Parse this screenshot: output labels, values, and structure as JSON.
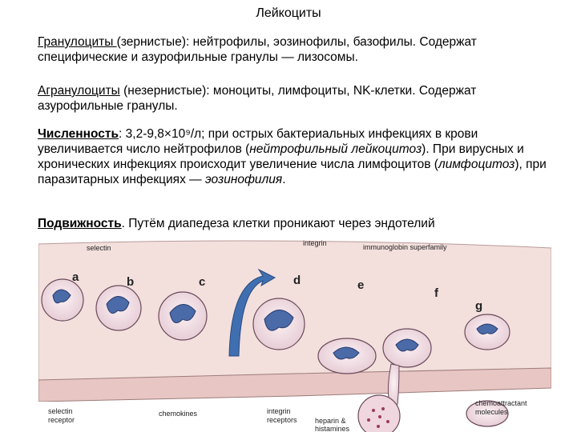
{
  "title": "Лейкоциты",
  "granulocytes": {
    "term": "Гранулоциты ",
    "text": "(зернистые): нейтрофилы, эозинофилы, базофилы. Содержат специфические и азурофильные гранулы — лизосомы."
  },
  "agranulocytes": {
    "term": "Агранулоциты",
    "text": " (незернистые): моноциты, лимфоциты, NK-клетки. Содержат азурофильные гранулы."
  },
  "count": {
    "term": "Численность",
    "text_a": ": 3,2-9,8×10⁹/л; при острых бактериальных инфекциях в крови увеличивается число нейтрофилов (",
    "italic_a": "нейтрофильный лейкоцитоз",
    "text_b": "). При вирусных и хронических инфекциях происходит увеличение числа лимфоцитов (",
    "italic_b": "лимфоцитоз",
    "text_c": "), при паразитарных инфекциях — ",
    "italic_c": "эозинофилия",
    "text_d": "."
  },
  "motility": {
    "term": "Подвижность",
    "text": ". Путём диапедеза клетки проникают через эндотелий"
  },
  "figure": {
    "labels": {
      "selectin": "selectin",
      "integrin": "integrin",
      "igsf": "immunoglobin superfamily",
      "selectin_receptor_1": "selectin",
      "selectin_receptor_2": "receptor",
      "chemokines": "chemokines",
      "integrin_receptors_1": "integrin",
      "integrin_receptors_2": "receptors",
      "heparin_1": "heparin &",
      "heparin_2": "histamines",
      "chemo_1": "chemoattractant",
      "chemo_2": "molecules"
    },
    "letters": [
      "a",
      "b",
      "c",
      "d",
      "e",
      "f",
      "g"
    ]
  }
}
